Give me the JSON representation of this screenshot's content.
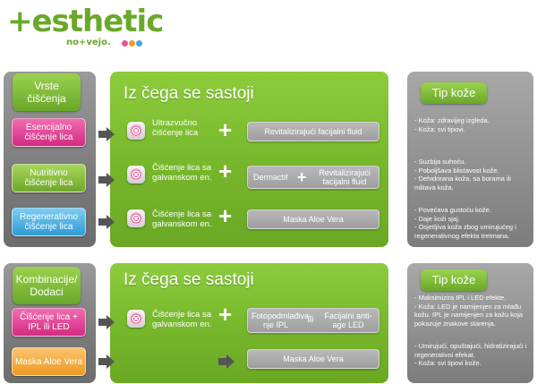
{
  "logo": {
    "main": "+esthetic",
    "sub": "no+vejo.",
    "dot_colors": [
      "#e6549a",
      "#f29a2e",
      "#3fa9e0"
    ]
  },
  "colors": {
    "green": "#78b82c",
    "gray_panel": "#7b7b7b",
    "pink": "#e0318c",
    "green_cat": "#8fc43c",
    "blue_cat": "#4fb3e6",
    "orange_cat": "#f5a93a"
  },
  "section1": {
    "left_heading": "Vrste čišćenja",
    "mid_heading": "Iz čega se sastoji",
    "right_heading": "Tip kože",
    "rows": [
      {
        "category": "Esencijalno čišćenje lica",
        "treatment": "Ultrazvučno čišćenje lica",
        "product": "Revitalizirajući facijalni fluid",
        "tips": "- Koža: zdravijeg izgleda.\n- Koža: svi tipovi."
      },
      {
        "category": "Nutritivno čišćenje lica",
        "treatment": "Čišćenje lica sa galvanskom en.",
        "product_a": "Dermactif",
        "product_b": "Revitalizirajući facijalni fluid",
        "tips": "- Suzbija suhoću.\n- Poboljšava blistavost kože.\n- Dehidrirana koža, sa borama ili mlitava koža."
      },
      {
        "category": "Regenerativno čišćenje lica",
        "treatment": "Čišćenje lica sa galvanskom en.",
        "product": "Maska Aloe Vera",
        "tips": "- Povećava gustoću kože.\n- Daje koži sjaj.\n- Osjetljiva koža zbog umirujućeg i regenerativnog efekta tretmana."
      }
    ]
  },
  "section2": {
    "left_heading": "Kombinacije/ Dodaci",
    "mid_heading": "Iz čega se sastoji",
    "right_heading": "Tip kože",
    "rows": [
      {
        "category": "Čišćenje lica + IPL ili LED",
        "treatment": "Čišćenje lica sa galvanskom en.",
        "product_a": "Fotopodmlađiva-nje IPL",
        "connector": "ili",
        "product_b": "Facijalni anti-age LED",
        "tips": "- Maksimizira IPL i LED efekte.\n- Koža: LED je namijenjen za mlađu kožu. IPL je namijenjen za kožu koja pokazuje znakove starenja."
      },
      {
        "category": "Maska Aloe Vera",
        "product": "Maska Aloe Vera",
        "tips": "- Umirujući, opuštajući, hidratizirajući i regenerativni efekat.\n- Koža: svi tipovi kože."
      }
    ]
  },
  "icons": {
    "arrow": "right-arrow-icon",
    "plus": "plus-icon",
    "device": "facial-device-icon"
  }
}
